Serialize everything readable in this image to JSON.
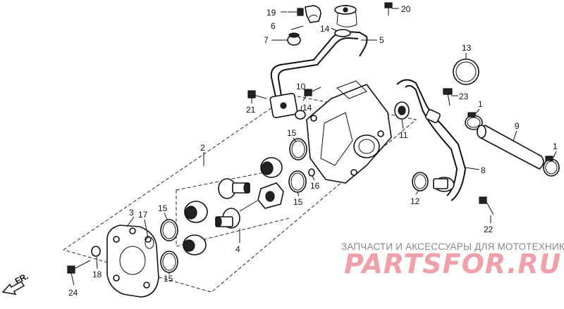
{
  "callouts": {
    "c1a": "1",
    "c1b": "1",
    "c2": "2",
    "c3": "3",
    "c4": "4",
    "c5": "5",
    "c6": "6",
    "c7": "7",
    "c8": "8",
    "c9": "9",
    "c10": "10",
    "c11": "11",
    "c12": "12",
    "c13": "13",
    "c14a": "14",
    "c14b": "14",
    "c15a": "15",
    "c15b": "15",
    "c15c": "15",
    "c15d": "15",
    "c16": "16",
    "c17": "17",
    "c18": "18",
    "c19": "19",
    "c20": "20",
    "c21": "21",
    "c22": "22",
    "c23": "23",
    "c24": "24"
  },
  "direction_label": "FR.",
  "watermark": {
    "subtitle": "ЗАПЧАСТИ И АКСЕССУАРЫ ДЛЯ МОТОТЕХНИКИ",
    "brand": "PARTSFOR.RU",
    "brand_color": "#f0a0a8"
  },
  "colors": {
    "ink": "#111111",
    "background": "#ffffff"
  }
}
